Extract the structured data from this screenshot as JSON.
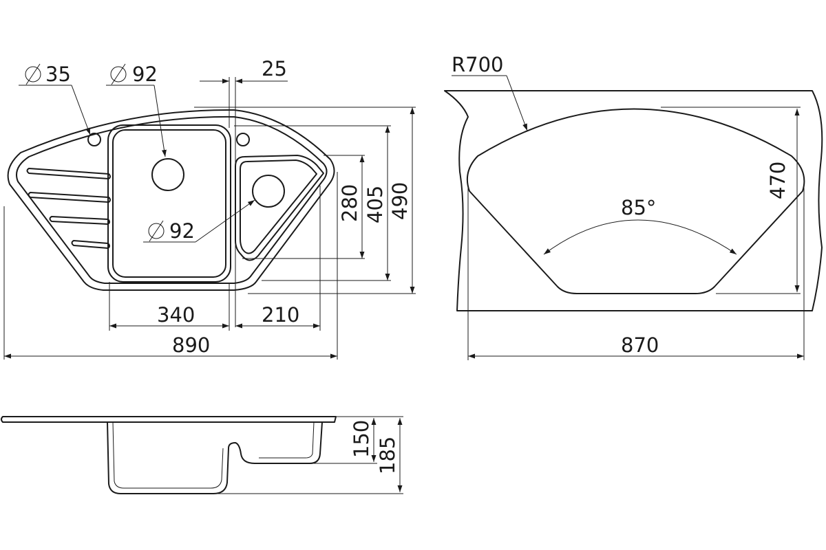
{
  "labels": {
    "dia_left": "35",
    "dia_top": "92",
    "gap_top": "25",
    "dia_small": "92",
    "h_280": "280",
    "h_405": "405",
    "h_490": "490",
    "w_340": "340",
    "w_210": "210",
    "w_890": "890",
    "radius": "R700",
    "angle": "85°",
    "h_470": "470",
    "w_870": "870",
    "depth_150": "150",
    "depth_185": "185"
  }
}
